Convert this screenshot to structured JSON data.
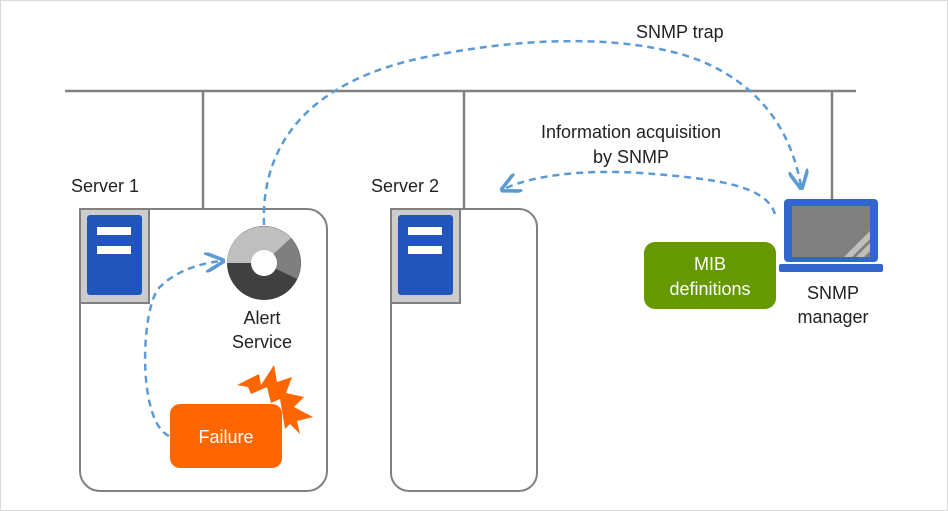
{
  "labels": {
    "server1": "Server 1",
    "server2": "Server 2",
    "alert_line1": "Alert",
    "alert_line2": "Service",
    "failure": "Failure",
    "snmp_trap": "SNMP trap",
    "info_line1": "Information acquisition",
    "info_line2": "by SNMP",
    "mib_line1": "MIB",
    "mib_line2": "definitions",
    "manager_line1": "SNMP",
    "manager_line2": "manager"
  },
  "colors": {
    "network_line": "#808080",
    "server_box_border": "#808080",
    "server_unit_bg": "#cccccc",
    "server_unit_blue": "#2255bb",
    "arrow_blue": "#5b9bd5",
    "failure_orange": "#ff6600",
    "mib_green": "#669900",
    "laptop_blue": "#3366cc",
    "laptop_screen": "#808080",
    "alert_dark": "#404040",
    "alert_light": "#bfbfbf"
  },
  "icons": {
    "server1_unit": "server-rack-icon",
    "server2_unit": "server-rack-icon",
    "alert": "alert-service-ring-icon",
    "failure_burst": "failure-spark-icon",
    "manager": "laptop-icon"
  }
}
